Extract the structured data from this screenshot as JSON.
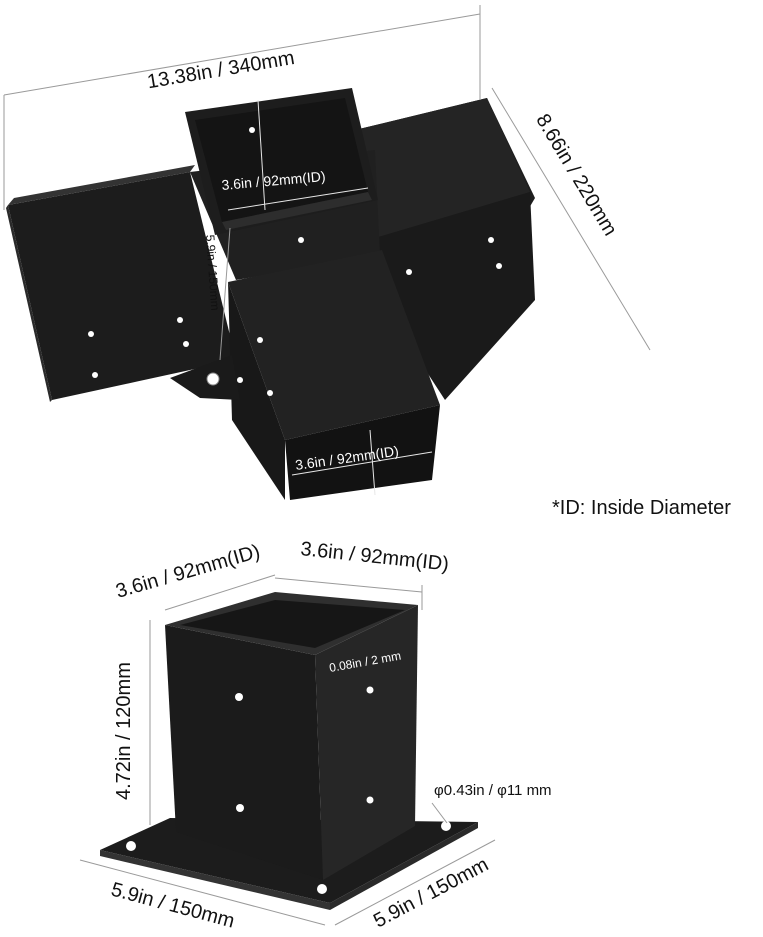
{
  "bracket": {
    "overall_width": "13.38in / 340mm",
    "overall_depth": "8.66in / 220mm",
    "top_opening_id": "3.6in / 92mm(ID)",
    "front_opening_id": "3.6in / 92mm(ID)",
    "arm_height": "5.9in / 150mm"
  },
  "note": "*ID: Inside Diameter",
  "anchor": {
    "left_id": "3.6in / 92mm(ID)",
    "right_id": "3.6in / 92mm(ID)",
    "height": "4.72in / 120mm",
    "thickness": "0.08in / 2 mm",
    "hole_diameter": "φ0.43in / φ11 mm",
    "base_left": "5.9in / 150mm",
    "base_right": "5.9in / 150mm"
  },
  "colors": {
    "metal": "#1b1b1b",
    "metal_side": "#262626",
    "metal_top": "#2e2e2e",
    "inside": "#151515",
    "dim_line": "#9a9a9a"
  }
}
